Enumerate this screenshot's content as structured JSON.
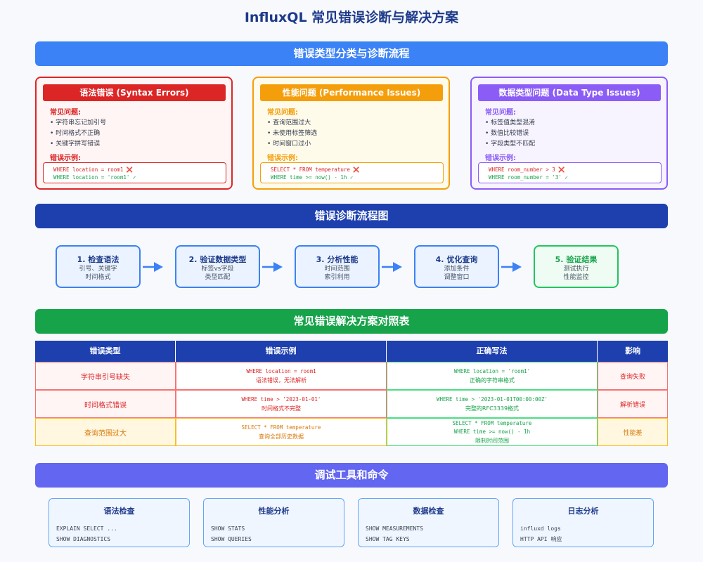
{
  "title": "InfluxQL 常见错误诊断与解决方案",
  "section1": "错误类型分类与诊断流程",
  "cards": {
    "syntax": {
      "title": "语法错误 (Syntax Errors)",
      "problems_label": "常见问题:",
      "problems": [
        "字符串忘记加引号",
        "时间格式不正确",
        "关键字拼写错误"
      ],
      "examples_label": "错误示例:",
      "bad": "WHERE location = room1 ❌",
      "good": "WHERE location = 'room1' ✓"
    },
    "performance": {
      "title": "性能问题 (Performance Issues)",
      "problems_label": "常见问题:",
      "problems": [
        "查询范围过大",
        "未使用标签筛选",
        "时间窗口过小"
      ],
      "examples_label": "错误示例:",
      "bad": "SELECT * FROM temperature ❌",
      "good": "WHERE time >= now() - 1h ✓"
    },
    "datatype": {
      "title": "数据类型问题 (Data Type Issues)",
      "problems_label": "常见问题:",
      "problems": [
        "标签值类型混淆",
        "数值比较错误",
        "字段类型不匹配"
      ],
      "examples_label": "错误示例:",
      "bad": "WHERE room_number > 3 ❌",
      "good": "WHERE room_number = '3' ✓"
    }
  },
  "section2": "错误诊断流程图",
  "flow": [
    {
      "title": "1. 检查语法",
      "l1": "引号、关键字",
      "l2": "时间格式"
    },
    {
      "title": "2. 验证数据类型",
      "l1": "标签vs字段",
      "l2": "类型匹配"
    },
    {
      "title": "3. 分析性能",
      "l1": "时间范围",
      "l2": "索引利用"
    },
    {
      "title": "4. 优化查询",
      "l1": "添加条件",
      "l2": "调整窗口"
    },
    {
      "title": "5. 验证结果",
      "l1": "测试执行",
      "l2": "性能监控"
    }
  ],
  "section3": "常见错误解决方案对照表",
  "table": {
    "headers": [
      "错误类型",
      "错误示例",
      "正确写法",
      "影响"
    ],
    "rows": [
      {
        "type": "字符串引号缺失",
        "bad": "WHERE location = room1",
        "bad_note": "语法错误，无法解析",
        "good": "WHERE location = 'room1'",
        "good2": "",
        "good_note": "正确的字符串格式",
        "impact": "查询失败"
      },
      {
        "type": "时间格式错误",
        "bad": "WHERE time > '2023-01-01'",
        "bad_note": "时间格式不完整",
        "good": "WHERE time > '2023-01-01T00:00:00Z'",
        "good2": "",
        "good_note": "完整的RFC3339格式",
        "impact": "解析错误"
      },
      {
        "type": "查询范围过大",
        "bad": "SELECT * FROM temperature",
        "bad_note": "查询全部历史数据",
        "good": "SELECT * FROM temperature",
        "good2": "WHERE time >= now() - 1h",
        "good_note": "限制时间范围",
        "impact": "性能差"
      }
    ]
  },
  "section4": "调试工具和命令",
  "tools": [
    {
      "title": "语法检查",
      "c1": "EXPLAIN SELECT ...",
      "c2": "SHOW DIAGNOSTICS"
    },
    {
      "title": "性能分析",
      "c1": "SHOW STATS",
      "c2": "SHOW QUERIES"
    },
    {
      "title": "数据检查",
      "c1": "SHOW MEASUREMENTS",
      "c2": "SHOW TAG KEYS"
    },
    {
      "title": "日志分析",
      "c1": "influxd logs",
      "c2": "HTTP API 响应"
    }
  ]
}
